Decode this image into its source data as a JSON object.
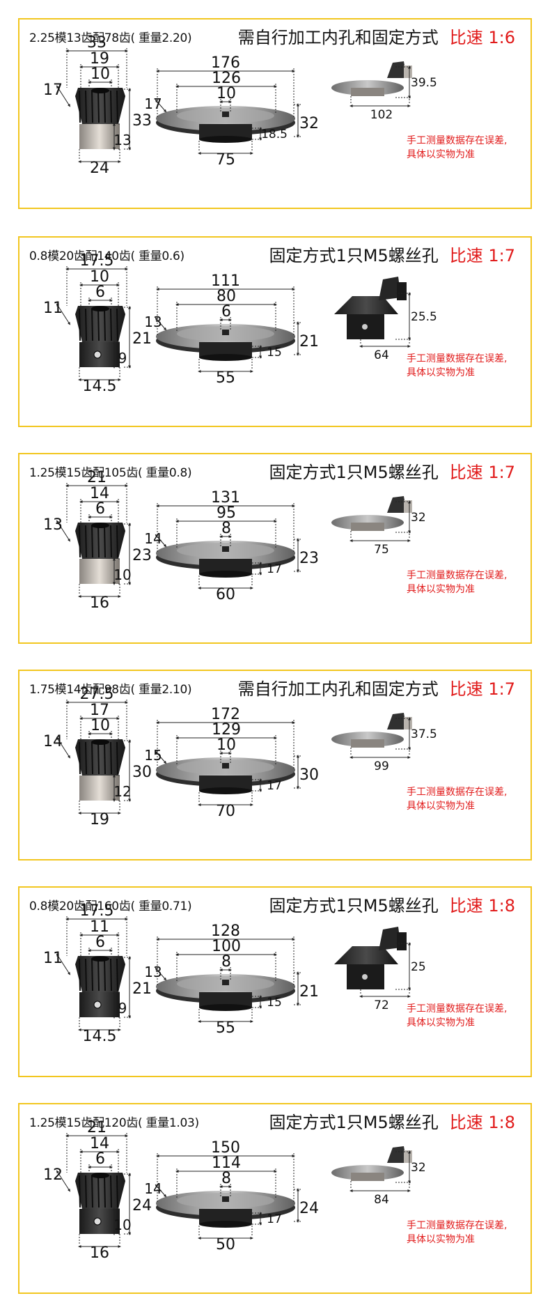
{
  "panels": [
    {
      "spec": "2.25模13齿配78齿( 重量2.20)",
      "method": "需自行加工内孔和固定方式",
      "ratio": "比速 1:6",
      "pinion": {
        "d_outer": "33",
        "d_mid": "19",
        "d_bore": "10",
        "tooth": "17",
        "height": "33",
        "hub_h": "13",
        "hub_d": "24",
        "hole": false
      },
      "gear": {
        "d_outer": "176",
        "d_mid": "126",
        "d_bore": "10",
        "tooth": "17",
        "height": "32",
        "hub_h": "18.5",
        "hub_d": "75"
      },
      "assembly": {
        "height": "39.5",
        "width": "102",
        "style": "silver"
      },
      "note": [
        "手工测量数据存在误差,",
        "具体以实物为准"
      ]
    },
    {
      "spec": "0.8模20齿配140齿( 重量0.6)",
      "method": "固定方式1只M5螺丝孔",
      "ratio": "比速 1:7",
      "pinion": {
        "d_outer": "17.5",
        "d_mid": "10",
        "d_bore": "6",
        "tooth": "11",
        "height": "21",
        "hub_h": "9",
        "hub_d": "14.5",
        "hole": true
      },
      "gear": {
        "d_outer": "111",
        "d_mid": "80",
        "d_bore": "6",
        "tooth": "13",
        "height": "21",
        "hub_h": "15",
        "hub_d": "55"
      },
      "assembly": {
        "height": "25.5",
        "width": "64",
        "style": "black"
      },
      "note": [
        "手工测量数据存在误差,",
        "具体以实物为准"
      ]
    },
    {
      "spec": "1.25模15齿配105齿( 重量0.8)",
      "method": "固定方式1只M5螺丝孔",
      "ratio": "比速 1:7",
      "pinion": {
        "d_outer": "21",
        "d_mid": "14",
        "d_bore": "6",
        "tooth": "13",
        "height": "23",
        "hub_h": "10",
        "hub_d": "16",
        "hole": false
      },
      "gear": {
        "d_outer": "131",
        "d_mid": "95",
        "d_bore": "8",
        "tooth": "14",
        "height": "23",
        "hub_h": "17",
        "hub_d": "60"
      },
      "assembly": {
        "height": "32",
        "width": "75",
        "style": "silver"
      },
      "note": [
        "手工测量数据存在误差,",
        "具体以实物为准"
      ]
    },
    {
      "spec": "1.75模14齿配98齿( 重量2.10)",
      "method": "需自行加工内孔和固定方式",
      "ratio": "比速 1:7",
      "pinion": {
        "d_outer": "27.5",
        "d_mid": "17",
        "d_bore": "10",
        "tooth": "14",
        "height": "30",
        "hub_h": "12",
        "hub_d": "19",
        "hole": false
      },
      "gear": {
        "d_outer": "172",
        "d_mid": "129",
        "d_bore": "10",
        "tooth": "15",
        "height": "30",
        "hub_h": "17",
        "hub_d": "70"
      },
      "assembly": {
        "height": "37.5",
        "width": "99",
        "style": "silver"
      },
      "note": [
        "手工测量数据存在误差,",
        "具体以实物为准"
      ]
    },
    {
      "spec": "0.8模20齿配160齿( 重量0.71)",
      "method": "固定方式1只M5螺丝孔",
      "ratio": "比速 1:8",
      "pinion": {
        "d_outer": "17.5",
        "d_mid": "11",
        "d_bore": "6",
        "tooth": "11",
        "height": "21",
        "hub_h": "9",
        "hub_d": "14.5",
        "hole": true
      },
      "gear": {
        "d_outer": "128",
        "d_mid": "100",
        "d_bore": "8",
        "tooth": "13",
        "height": "21",
        "hub_h": "15",
        "hub_d": "55"
      },
      "assembly": {
        "height": "25",
        "width": "72",
        "style": "black"
      },
      "note": [
        "手工测量数据存在误差,",
        "具体以实物为准"
      ]
    },
    {
      "spec": "1.25模15齿配120齿( 重量1.03)",
      "method": "固定方式1只M5螺丝孔",
      "ratio": "比速 1:8",
      "pinion": {
        "d_outer": "21",
        "d_mid": "14",
        "d_bore": "6",
        "tooth": "12",
        "height": "24",
        "hub_h": "10",
        "hub_d": "16",
        "hole": true
      },
      "gear": {
        "d_outer": "150",
        "d_mid": "114",
        "d_bore": "8",
        "tooth": "14",
        "height": "24",
        "hub_h": "17",
        "hub_d": "50"
      },
      "assembly": {
        "height": "32",
        "width": "84",
        "style": "silver"
      },
      "note": [
        "手工测量数据存在误差,",
        "具体以实物为准"
      ]
    }
  ]
}
